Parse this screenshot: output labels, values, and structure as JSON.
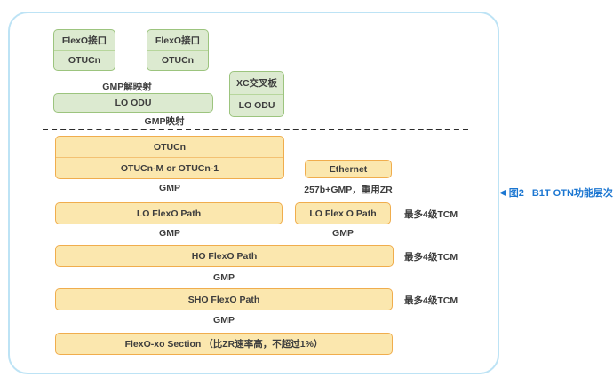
{
  "colors": {
    "green_fill": "#dcead0",
    "green_border": "#9cc47e",
    "orange_fill": "#fbe7ae",
    "orange_border": "#f0ad4d",
    "caption_blue": "#1b76d1",
    "frame_border": "#bde3f5"
  },
  "green_section": {
    "flexo_box_1": {
      "top": "FlexO接口",
      "bottom": "OTUCn"
    },
    "flexo_box_2": {
      "top": "FlexO接口",
      "bottom": "OTUCn"
    },
    "gmp_demap_label": "GMP解映射",
    "lo_odu_label": "LO ODU",
    "xc_box": {
      "top": "XC交叉板",
      "bottom": "LO ODU"
    },
    "gmp_map_label": "GMP映射"
  },
  "otn_section": {
    "otucn_box": {
      "top": "OTUCn",
      "bottom": "OTUCn-M or OTUCn-1"
    },
    "gmp_1": "GMP",
    "ethernet_label": "Ethernet",
    "ethernet_note": "257b+GMP，重用ZR",
    "lo_flexo_path": "LO FlexO Path",
    "lo_flex_o_path": "LO Flex O Path",
    "tcm_1": "最多4级TCM",
    "gmp_2": "GMP",
    "gmp_3": "GMP",
    "ho_flexo_path": "HO FlexO Path",
    "tcm_2": "最多4级TCM",
    "gmp_4": "GMP",
    "sho_flexo_path": "SHO FlexO Path",
    "tcm_3": "最多4级TCM",
    "gmp_5": "GMP",
    "flexo_xo_section": "FlexO-xo Section （比ZR速率高，不超过1%）"
  },
  "caption": {
    "marker": "◀",
    "figure_no": "图2",
    "title": "B1T OTN功能层次"
  }
}
